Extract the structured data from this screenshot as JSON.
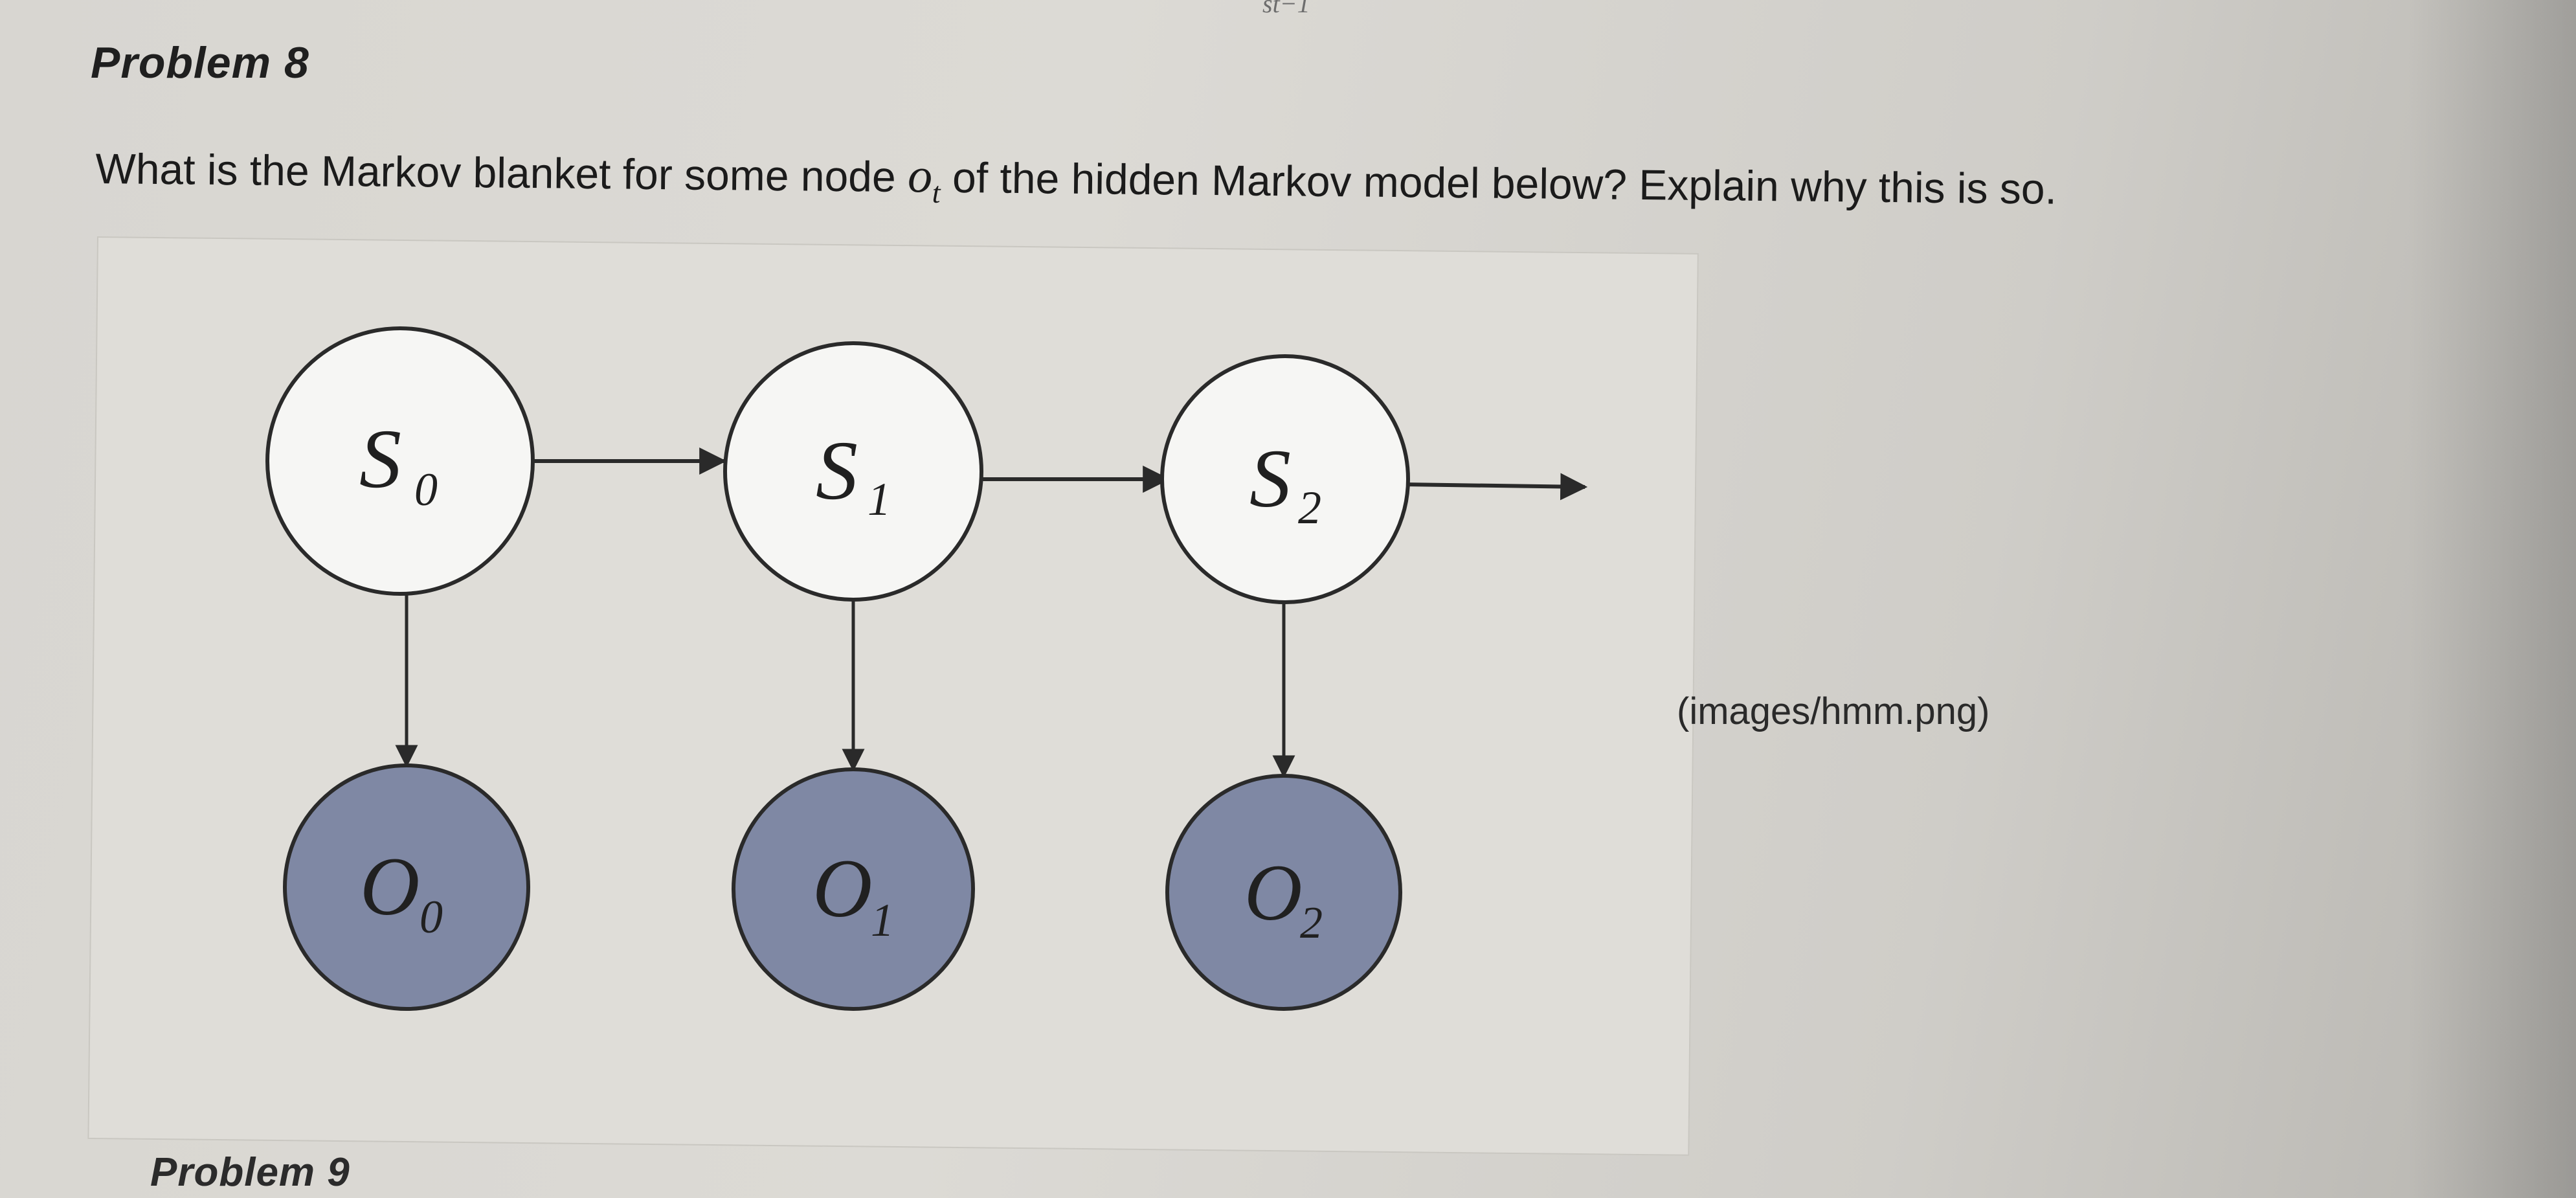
{
  "page": {
    "top_fragment": "st−1",
    "problem8_title": "Problem 8",
    "question_before": "What is the Markov blanket for some node ",
    "question_var": "o",
    "question_var_sub": "t",
    "question_after": " of the hidden Markov model below? Explain why this is so.",
    "image_caption": "(images/hmm.png)",
    "problem9_title": "Problem 9"
  },
  "diagram": {
    "hidden_states": [
      {
        "letter": "S",
        "sub": "0"
      },
      {
        "letter": "S",
        "sub": "1"
      },
      {
        "letter": "S",
        "sub": "2"
      }
    ],
    "observations": [
      {
        "letter": "O",
        "sub": "0"
      },
      {
        "letter": "O",
        "sub": "1"
      },
      {
        "letter": "O",
        "sub": "2"
      }
    ]
  },
  "colors": {
    "hidden_node_fill": "#f6f6f4",
    "observed_node_fill": "#7f88a4",
    "edge_color": "#2a2a2a"
  }
}
